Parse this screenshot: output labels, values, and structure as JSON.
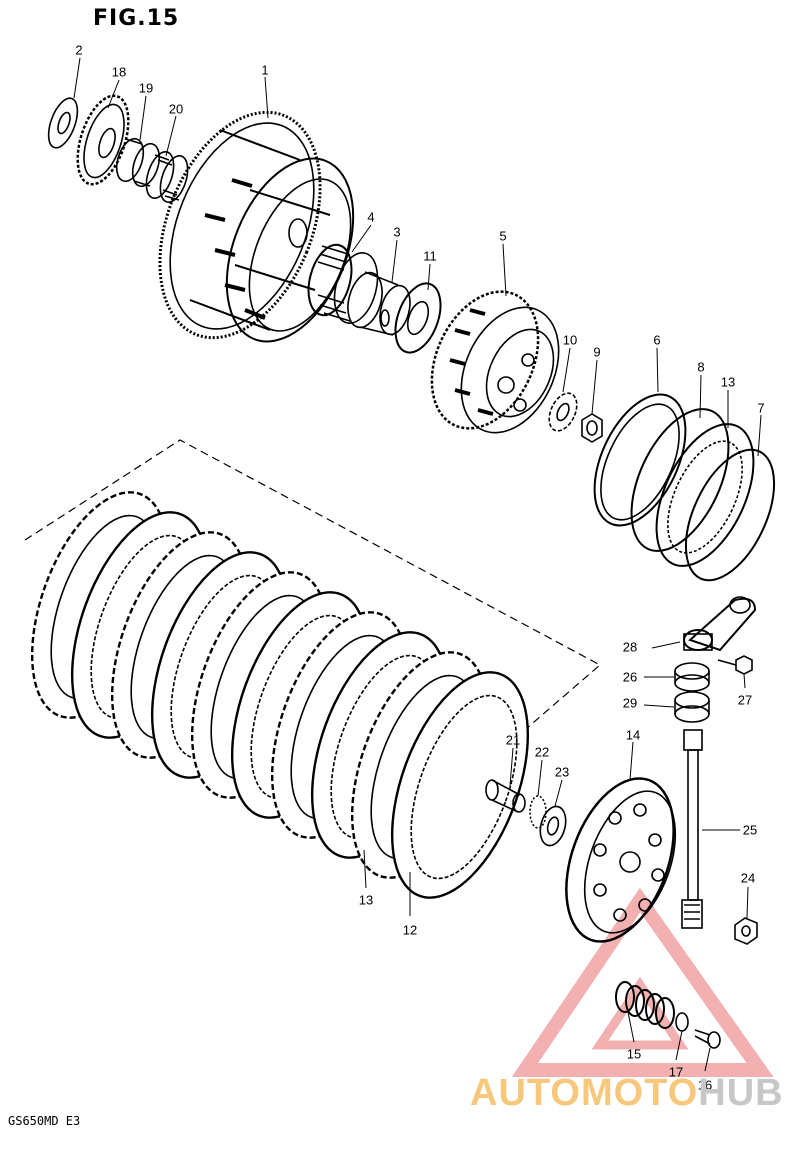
{
  "figure": {
    "title": "FIG.15",
    "model_code": "GS650MD E3"
  },
  "callouts": [
    {
      "label": "2"
    },
    {
      "label": "18"
    },
    {
      "label": "19"
    },
    {
      "label": "20"
    },
    {
      "label": "1"
    },
    {
      "label": "4"
    },
    {
      "label": "3"
    },
    {
      "label": "11"
    },
    {
      "label": "5"
    },
    {
      "label": "10"
    },
    {
      "label": "9"
    },
    {
      "label": "6"
    },
    {
      "label": "8"
    },
    {
      "label": "13"
    },
    {
      "label": "7"
    },
    {
      "label": "28"
    },
    {
      "label": "26"
    },
    {
      "label": "29"
    },
    {
      "label": "27"
    },
    {
      "label": "14"
    },
    {
      "label": "21"
    },
    {
      "label": "22"
    },
    {
      "label": "23"
    },
    {
      "label": "25"
    },
    {
      "label": "24"
    },
    {
      "label": "13"
    },
    {
      "label": "12"
    },
    {
      "label": "15"
    },
    {
      "label": "17"
    },
    {
      "label": "16"
    }
  ],
  "watermark": {
    "part1": "AUTOMOTO",
    "part2": "HUB",
    "color_primary": "#f3a0a0",
    "color_text_1": "#f7c77b",
    "color_text_2": "#c7c7c7"
  }
}
